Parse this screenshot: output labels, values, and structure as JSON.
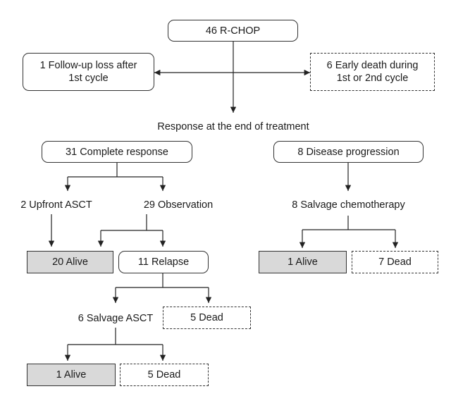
{
  "diagram": {
    "start": "46 R-CHOP",
    "followup_loss": "1 Follow-up loss after\n1st cycle",
    "early_death": "6 Early death during\n1st or 2nd cycle",
    "response_label": "Response at the end of treatment",
    "complete_response": "31 Complete response",
    "disease_progression": "8 Disease progression",
    "upfront_asct": "2 Upfront ASCT",
    "observation": "29 Observation",
    "salvage_chemo": "8 Salvage chemotherapy",
    "alive_20": "20 Alive",
    "relapse": "11 Relapse",
    "alive_1_right": "1 Alive",
    "dead_7": "7 Dead",
    "salvage_asct": "6 Salvage ASCT",
    "dead_5_upper": "5 Dead",
    "alive_1_bottom": "1 Alive",
    "dead_5_bottom": "5 Dead"
  }
}
